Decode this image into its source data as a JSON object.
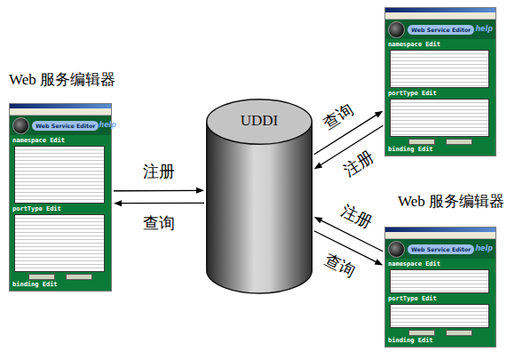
{
  "diagram": {
    "nodes": [
      {
        "text": [
          "Web Service Editor",
          "help",
          "namespace Edit",
          "portType Edit",
          "binding Edit"
        ]
      },
      {
        "text": [
          "UDDI"
        ]
      },
      {
        "text": [
          "Web Service Editor",
          "help",
          "namespace Edit",
          "portType Edit",
          "binding Edit"
        ]
      },
      {
        "text": [
          "Web Service Editor",
          "help",
          "namespace Edit",
          "portType Edit",
          "binding Edit"
        ]
      }
    ],
    "edges": [
      {
        "from": 0,
        "to": 1,
        "arrow": "to",
        "label": "注册"
      },
      {
        "from": 1,
        "to": 0,
        "arrow": "to",
        "label": "查询"
      },
      {
        "from": 1,
        "to": 2,
        "arrow": "to",
        "label": "查询"
      },
      {
        "from": 2,
        "to": 1,
        "arrow": "to",
        "label": "注册"
      },
      {
        "from": 3,
        "to": 1,
        "arrow": "to",
        "label": "注册"
      },
      {
        "from": 1,
        "to": 3,
        "arrow": "to",
        "label": "查询"
      }
    ],
    "labels": [
      "Web 服务编辑器",
      "Web 服务编辑器"
    ]
  }
}
